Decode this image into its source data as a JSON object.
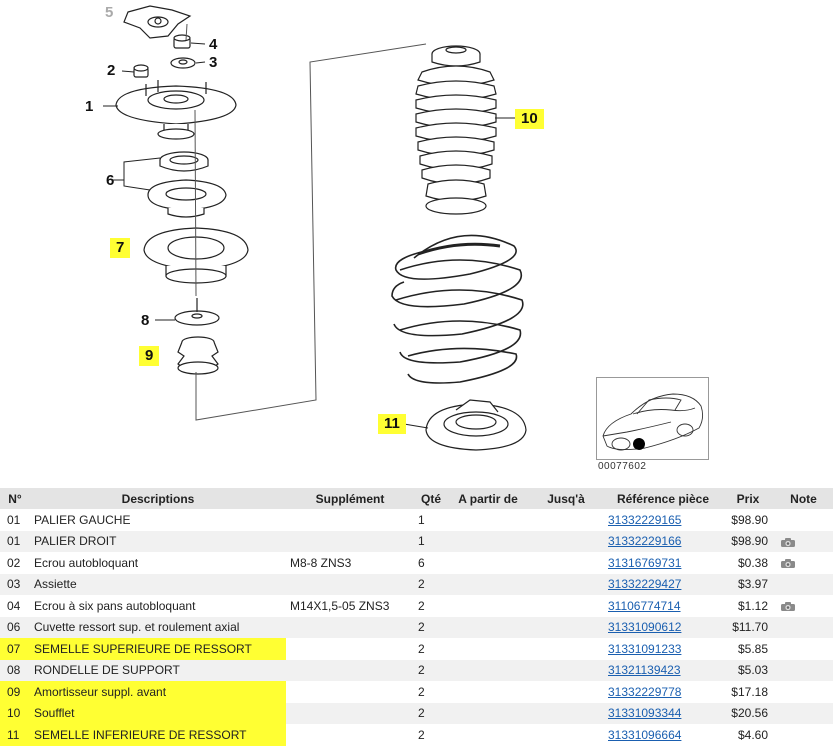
{
  "diagram": {
    "callouts": {
      "c1": "1",
      "c2": "2",
      "c3": "3",
      "c4": "4",
      "c5": "5",
      "c6": "6",
      "c7": "7",
      "c8": "8",
      "c9": "9",
      "c10": "10",
      "c11": "11"
    },
    "thumbnail_code": "00077602"
  },
  "table": {
    "headers": {
      "n": "N°",
      "desc": "Descriptions",
      "supp": "Supplément",
      "qty": "Qté",
      "from": "A partir de",
      "to": "Jusq'à",
      "ref": "Référence pièce",
      "price": "Prix",
      "note": "Note"
    },
    "rows": [
      {
        "n": "01",
        "desc": "PALIER GAUCHE",
        "supp": "",
        "qty": "1",
        "ref": "31332229165",
        "price": "$98.90",
        "note": false,
        "highlight": false
      },
      {
        "n": "01",
        "desc": "PALIER DROIT",
        "supp": "",
        "qty": "1",
        "ref": "31332229166",
        "price": "$98.90",
        "note": true,
        "highlight": false
      },
      {
        "n": "02",
        "desc": "Ecrou autobloquant",
        "supp": "M8-8 ZNS3",
        "qty": "6",
        "ref": "31316769731",
        "price": "$0.38",
        "note": true,
        "highlight": false
      },
      {
        "n": "03",
        "desc": "Assiette",
        "supp": "",
        "qty": "2",
        "ref": "31332229427",
        "price": "$3.97",
        "note": false,
        "highlight": false
      },
      {
        "n": "04",
        "desc": "Ecrou à six pans autobloquant",
        "supp": "M14X1,5-05 ZNS3",
        "qty": "2",
        "ref": "31106774714",
        "price": "$1.12",
        "note": true,
        "highlight": false
      },
      {
        "n": "06",
        "desc": "Cuvette ressort sup. et roulement axial",
        "supp": "",
        "qty": "2",
        "ref": "31331090612",
        "price": "$11.70",
        "note": false,
        "highlight": false
      },
      {
        "n": "07",
        "desc": "SEMELLE SUPERIEURE DE RESSORT",
        "supp": "",
        "qty": "2",
        "ref": "31331091233",
        "price": "$5.85",
        "note": false,
        "highlight": true
      },
      {
        "n": "08",
        "desc": "RONDELLE DE SUPPORT",
        "supp": "",
        "qty": "2",
        "ref": "31321139423",
        "price": "$5.03",
        "note": false,
        "highlight": false
      },
      {
        "n": "09",
        "desc": "Amortisseur suppl. avant",
        "supp": "",
        "qty": "2",
        "ref": "31332229778",
        "price": "$17.18",
        "note": false,
        "highlight": true
      },
      {
        "n": "10",
        "desc": "Soufflet",
        "supp": "",
        "qty": "2",
        "ref": "31331093344",
        "price": "$20.56",
        "note": false,
        "highlight": true
      },
      {
        "n": "11",
        "desc": "SEMELLE INFERIEURE DE RESSORT",
        "supp": "",
        "qty": "2",
        "ref": "31331096664",
        "price": "$4.60",
        "note": false,
        "highlight": true
      }
    ],
    "note_icon": "camera-icon",
    "colors": {
      "highlight": "#ffff33",
      "link": "#1a5fb0",
      "header_bg": "#e4e4e4"
    }
  }
}
